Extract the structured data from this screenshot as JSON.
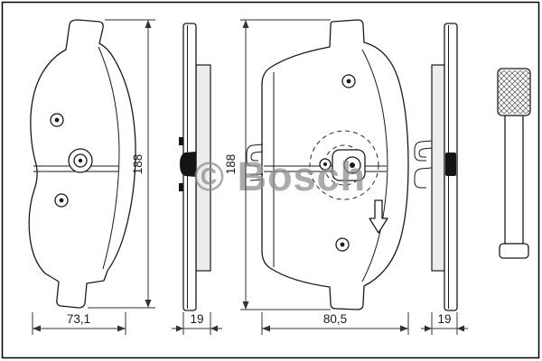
{
  "watermark": "© Bosch",
  "dimensions": {
    "inner_pad_width": "73,1",
    "inner_pad_height": "188",
    "inner_pad_thickness": "19",
    "outer_pad_width": "80,5",
    "outer_pad_height": "188",
    "outer_pad_thickness": "19"
  }
}
